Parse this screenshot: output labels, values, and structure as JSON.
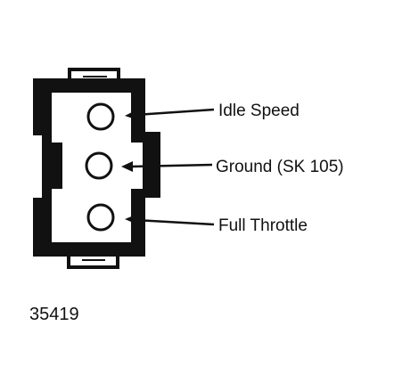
{
  "figure_number": "35419",
  "connector": {
    "terminals": [
      {
        "label": "Idle Speed"
      },
      {
        "label": "Ground (SK 105)"
      },
      {
        "label": "Full Throttle"
      }
    ]
  },
  "colors": {
    "ink": "#111111",
    "background": "#ffffff"
  }
}
